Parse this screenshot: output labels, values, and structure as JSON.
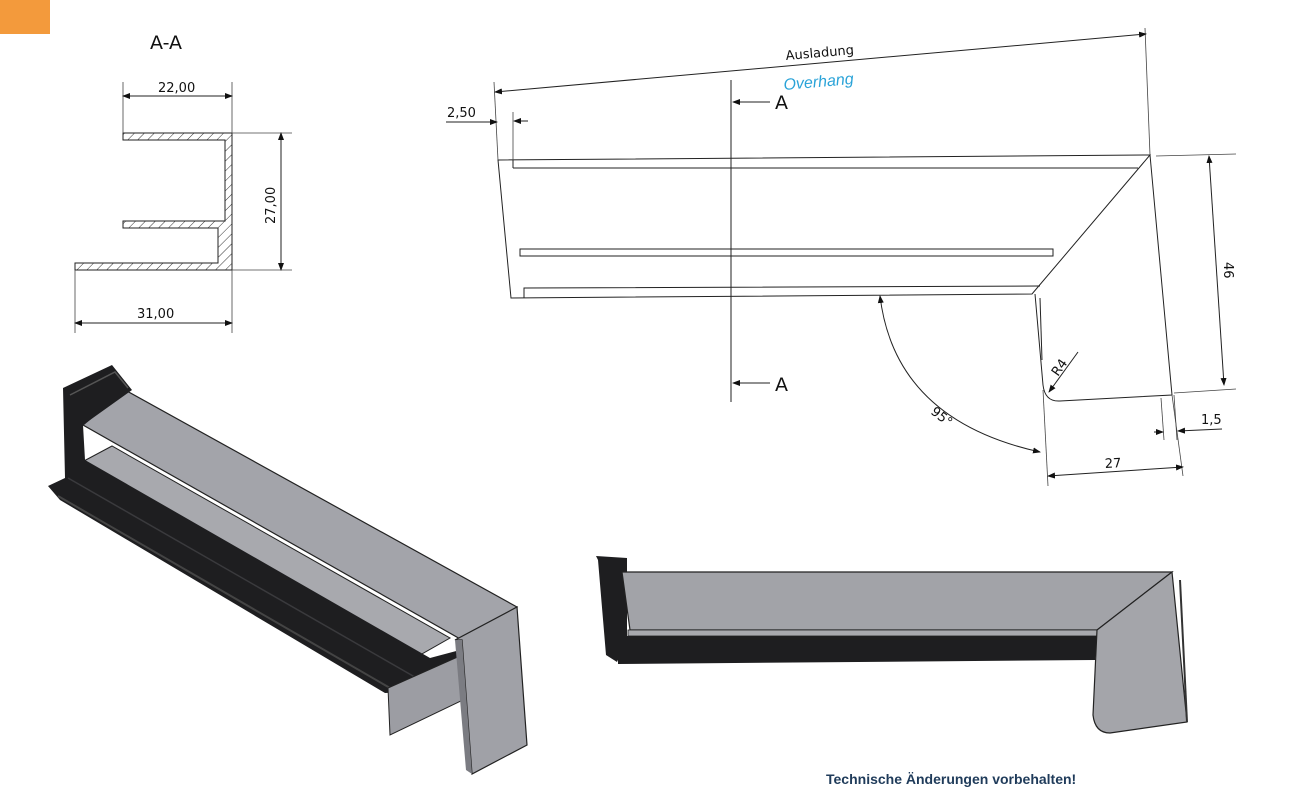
{
  "section_title": "A-A",
  "section_dims": {
    "top_width": "22,00",
    "height": "27,00",
    "bottom_width": "31,00"
  },
  "plan": {
    "overhang_de": "Ausladung",
    "overhang_en": "Overhang",
    "offset": "2,50",
    "section_mark_top": "A",
    "section_mark_bottom": "A",
    "depth": "46",
    "radius": "R4",
    "angle": "95°",
    "flange": "27",
    "thickness": "1,5"
  },
  "footer": {
    "notice": "Technische Änderungen vorbehalten!"
  },
  "colors": {
    "accent_tab": "#f39a3c",
    "overhang_text": "#2aa3d8",
    "footer_text": "#1f3b5a",
    "metal_light": "#a3a4aa",
    "metal_dark": "#1c1c1e"
  }
}
